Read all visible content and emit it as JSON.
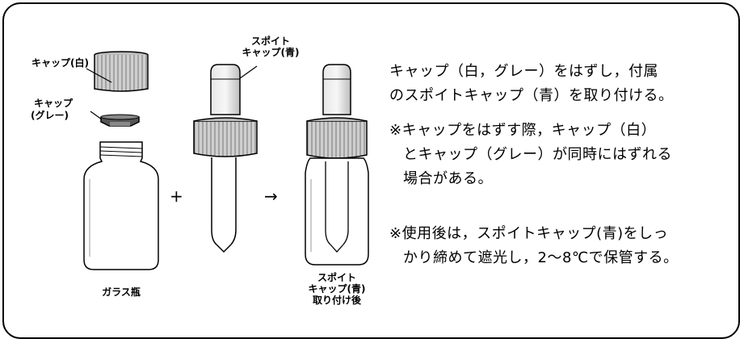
{
  "labels": {
    "cap_white": "キャップ(白)",
    "cap_gray_line1": "キャップ",
    "cap_gray_line2": "(グレー)",
    "dropper_cap_line1": "スポイト",
    "dropper_cap_line2": "キャップ(青)",
    "glass_bottle": "ガラス瓶",
    "after_line1": "スポイト",
    "after_line2": "キャップ(青)",
    "after_line3": "取り付け後"
  },
  "symbols": {
    "plus": "+",
    "arrow": "→"
  },
  "instructions": {
    "main_line1": "キャップ（白，グレー）をはずし，付属",
    "main_line2": "のスポイトキャップ（青）を取り付ける。",
    "note1_line1": "※キャップをはずす際，キャップ（白）",
    "note1_line2": "とキャップ（グレー）が同時にはずれる",
    "note1_line3": "場合がある。",
    "note2_line1": "※使用後は，スポイトキャップ(青)をしっ",
    "note2_line2": "かり締めて遮光し，2～8℃で保管する。"
  }
}
